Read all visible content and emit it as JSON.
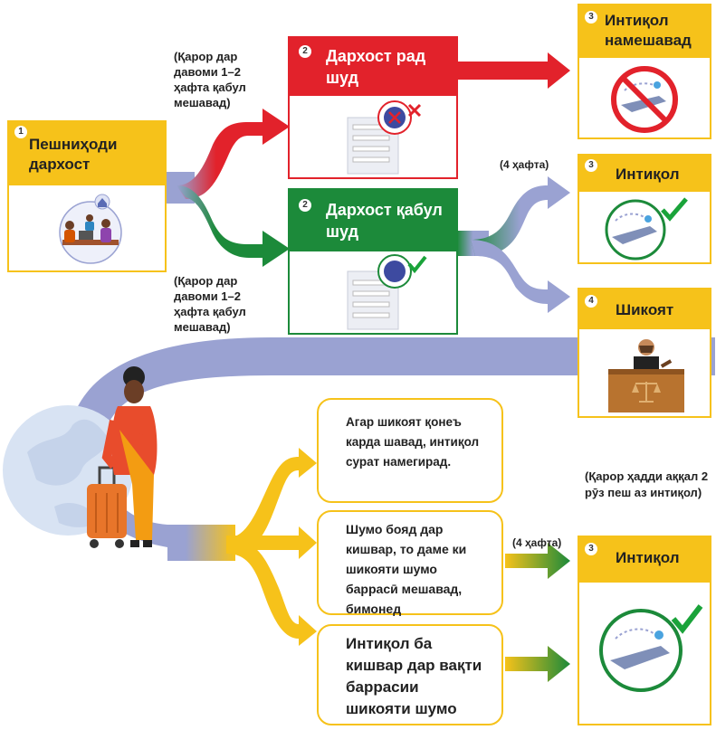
{
  "colors": {
    "yellow": "#f6c21a",
    "red": "#e2222b",
    "green": "#1c8a3a",
    "lavender": "#9aa2d2",
    "accent_check": "#1aa33a"
  },
  "step_submit": {
    "number": "1",
    "title": "Пешниҳоди дархост",
    "illustration": "family-with-officer-illustration"
  },
  "step_rejected": {
    "number": "2",
    "title": "Дархост рад шуд",
    "illustration": "form-with-eu-stamp-rejected"
  },
  "step_accepted": {
    "number": "2",
    "title": "Дархост қабул шуд",
    "illustration": "form-with-eu-stamp-approved"
  },
  "outcome_no_transfer": {
    "number": "3",
    "title": "Интиқол намешавад",
    "illustration": "airplane-crossed-out"
  },
  "outcome_transfer": {
    "number": "3",
    "title": "Интиқол",
    "illustration": "airplane-route-check"
  },
  "outcome_appeal": {
    "number": "4",
    "title": "Шикоят",
    "illustration": "judge-at-bench"
  },
  "outcome_transfer_final": {
    "number": "3",
    "title": "Интиқол",
    "illustration": "airplane-route-check"
  },
  "notes": {
    "decision_top": "(Қарор дар давоми 1–2 ҳафта қабул мешавад)",
    "decision_bottom": "(Қарор дар давоми 1–2 ҳафта қабул мешавад)",
    "weeks_4_top": "(4 ҳафта)",
    "weeks_4_bottom": "(4 ҳафта)",
    "decision_2_days": "(Қарор ҳадди аққал 2 рӯз пеш аз интиқол)"
  },
  "bubbles": {
    "appeal_accepted": "Агар шикоят қонеъ карда шавад, интиқол сурат намегирад.",
    "stay_during": "Шумо бояд дар кишвар, то даме ки шикояти шумо баррасӣ мешавад, бимонед",
    "transfer_during": "Интиқол ба кишвар дар вақти баррасии шикояти шумо"
  },
  "traveler_illustration": "woman-with-suitcase-globe"
}
